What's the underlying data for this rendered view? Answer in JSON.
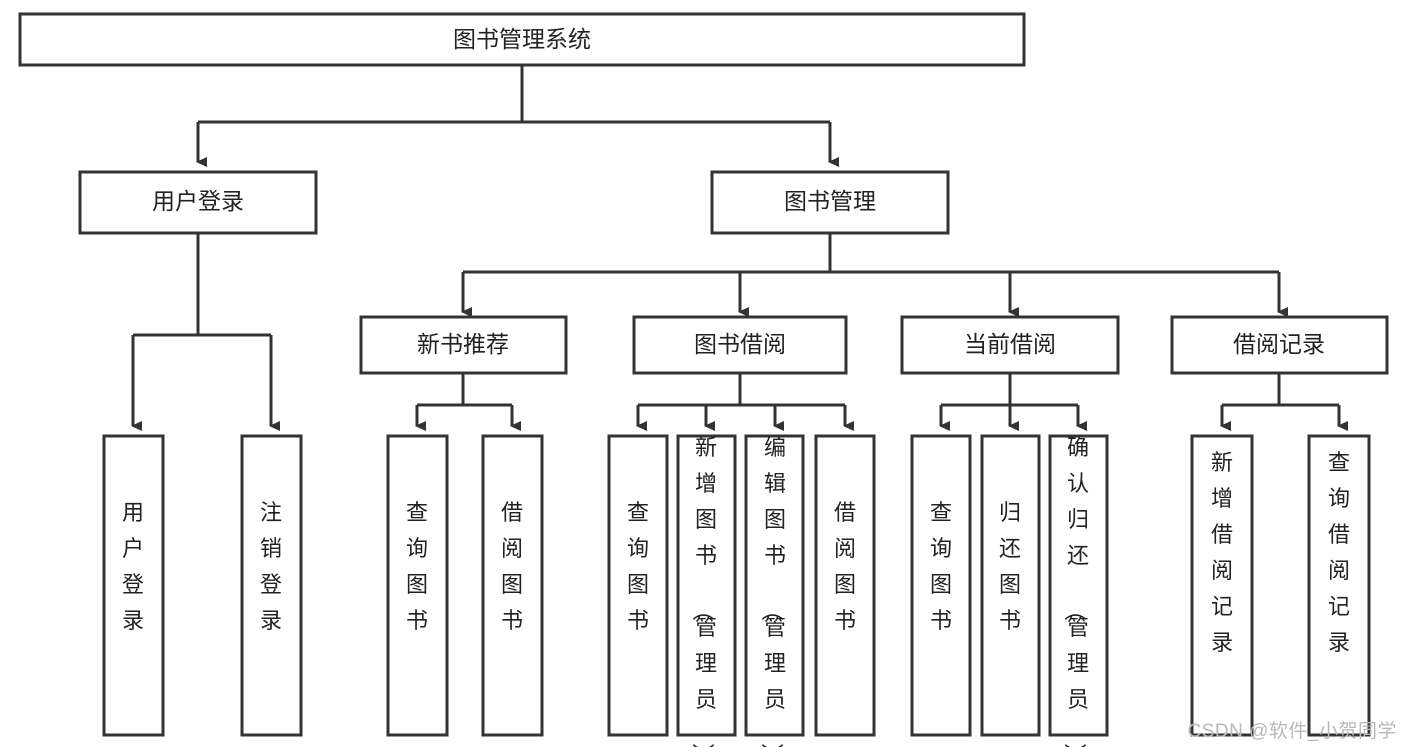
{
  "diagram": {
    "type": "tree",
    "title_node": {
      "label": "图书管理系统"
    },
    "level2": [
      {
        "label": "用户登录"
      },
      {
        "label": "图书管理"
      }
    ],
    "level3": [
      {
        "label": "新书推荐"
      },
      {
        "label": "图书借阅"
      },
      {
        "label": "当前借阅"
      },
      {
        "label": "借阅记录"
      }
    ],
    "leaves": {
      "user_login": [
        {
          "label": "用户登录"
        },
        {
          "label": "注销登录"
        }
      ],
      "new_book": [
        {
          "label": "查询图书"
        },
        {
          "label": "借阅图书"
        }
      ],
      "book_borrow": [
        {
          "label": "查询图书"
        },
        {
          "label": "新增图书（管理员）"
        },
        {
          "label": "编辑图书（管理员）"
        },
        {
          "label": "借阅图书"
        }
      ],
      "current_borrow": [
        {
          "label": "查询图书"
        },
        {
          "label": "归还图书"
        },
        {
          "label": "确认归还（管理员）"
        }
      ],
      "borrow_record": [
        {
          "label": "新增借阅记录"
        },
        {
          "label": "查询借阅记录"
        }
      ]
    }
  },
  "watermark": {
    "text": "CSDN @软件_小贺同学"
  },
  "colors": {
    "stroke": "#333333",
    "box_fill": "#ffffff",
    "text": "#222222",
    "watermark": "#b9b9b9"
  }
}
